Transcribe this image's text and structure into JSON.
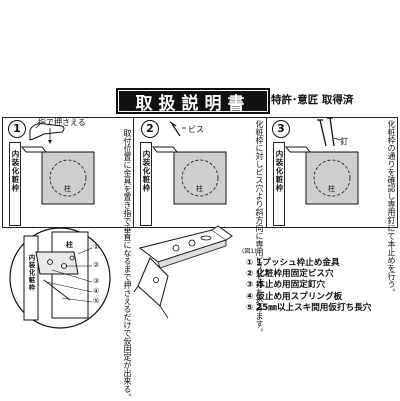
{
  "header": {
    "title": "取扱説明書",
    "patent_note": "特許･意匠 取得済"
  },
  "steps": [
    {
      "number": "1",
      "caption_top": "指で押さえる",
      "instruction": "取付位置に金具を置き指で垂直になるまで押さえるだけで仮固定が出来る。",
      "frame_label": "内装化粧枠",
      "center_label": "柱"
    },
    {
      "number": "2",
      "caption_top": "ビス",
      "instruction": "化粧枠に対しビス穴より斜方向に専用ビスを打ち込みます。",
      "frame_label": "内装化粧枠",
      "center_label": "柱"
    },
    {
      "number": "3",
      "caption_top": "釘",
      "instruction": "化粧枠の通りを確認し専用釘にて本止めを行う。",
      "frame_label": "内装化粧枠",
      "center_label": "柱"
    }
  ],
  "detail": {
    "post_label": "柱",
    "frame_label": "内装化粧枠",
    "callouts": [
      "①",
      "②",
      "③",
      "④",
      "⑤"
    ]
  },
  "legend": {
    "title": "(図1)",
    "items": [
      {
        "num": "1",
        "text": "① 1プッシュ枠止め金具"
      },
      {
        "num": "2",
        "text": "② 化粧枠用固定ビス穴"
      },
      {
        "num": "3",
        "text": "③ 本止め用固定釘穴"
      },
      {
        "num": "4",
        "text": "④ 仮止め用スプリング板"
      },
      {
        "num": "5",
        "text": "⑤ 25㎜以上スキ間用仮打ち長穴"
      }
    ]
  }
}
